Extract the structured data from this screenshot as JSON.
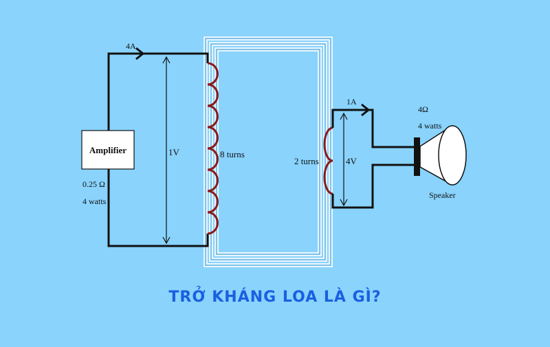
{
  "colors": {
    "background": "#89d3fd",
    "wire": "#111111",
    "coil": "#8b1a1a",
    "core": "#ffffff",
    "caption": "#1a5fe0"
  },
  "amplifier": {
    "label": "Amplifier",
    "impedance": "0.25 Ω",
    "power": "4 watts"
  },
  "primary": {
    "current": "4A",
    "voltage": "1V",
    "turns": "8 turns"
  },
  "secondary": {
    "current": "1A",
    "voltage": "4V",
    "turns": "2 turns"
  },
  "speaker": {
    "label": "Speaker",
    "impedance": "4Ω",
    "power": "4 watts"
  },
  "caption": "TRỞ KHÁNG LOA LÀ GÌ?"
}
